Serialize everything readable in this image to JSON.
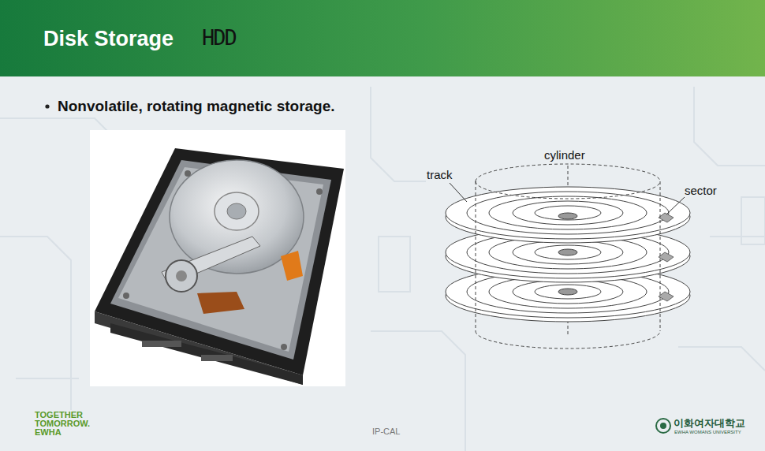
{
  "diagram": {
    "title": "Disk Storage",
    "labels": [
      "HDD",
      "Nonvolatile, rotating magnetic storage.",
      "cylinder",
      "track",
      "sector",
      "TOGETHER TOMORROW. EWHA",
      "IP-CAL",
      "이화여자대학교",
      "EWHA WOMANS UNIVERSITY"
    ]
  }
}
